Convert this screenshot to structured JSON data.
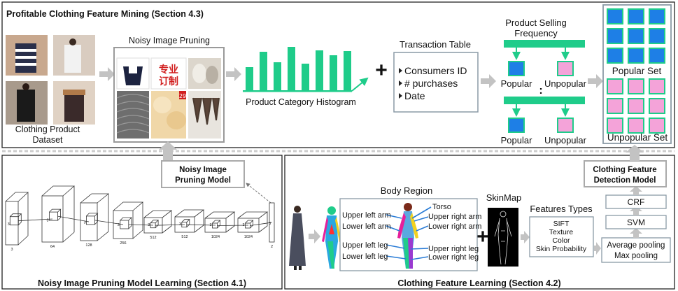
{
  "panels": {
    "top": "Profitable Clothing Feature Mining (Section 4.3)",
    "bottom_left": "Noisy Image Pruning Model Learning (Section 4.1)",
    "bottom_right": "Clothing Feature Learning (Section 4.2)"
  },
  "dataset": {
    "line1": "Clothing Product",
    "line2": "Dataset"
  },
  "pruning": {
    "title": "Noisy Image Pruning",
    "poster_line1": "专业",
    "poster_line2": "订制",
    "badge": "29"
  },
  "histogram": {
    "caption": "Product Category Histogram"
  },
  "transaction": {
    "title": "Transaction Table",
    "items": [
      "Consumers ID",
      "# purchases",
      "Date"
    ]
  },
  "frequency": {
    "title_line1": "Product Selling",
    "title_line2": "Frequency",
    "popular": "Popular",
    "unpopular": "Unpopular",
    "dots": ":"
  },
  "sets": {
    "popular": "Popular Set",
    "unpopular": "Unpopular Set"
  },
  "pruning_model": {
    "line1": "Noisy Image",
    "line2": "Pruning Model"
  },
  "cnn": {
    "kernel_labels": [
      "3",
      "3",
      "3",
      "3",
      "3",
      "3",
      "3",
      "3",
      "3"
    ],
    "depths": [
      "3",
      "64",
      "128",
      "256",
      "512",
      "512",
      "1024",
      "1024",
      "2"
    ]
  },
  "body": {
    "title": "Body Region",
    "left_labels": [
      "Upper left arm",
      "Lower left arm",
      "Upper left leg",
      "Lower left leg"
    ],
    "right_labels": [
      "Torso",
      "Upper right arm",
      "Lower right arm",
      "Upper right leg",
      "Lower right leg"
    ]
  },
  "skinmap": {
    "title": "SkinMap"
  },
  "features": {
    "title": "Features Types",
    "items": [
      "SIFT",
      "Texture",
      "Color",
      "Skin Probability"
    ]
  },
  "pooling": {
    "line1": "Average pooling",
    "line2": "Max pooling"
  },
  "svm": "SVM",
  "crf": "CRF",
  "detection_model": {
    "line1": "Clothing Feature",
    "line2": "Detection Model"
  },
  "plus": "+",
  "colors": {
    "green": "#1fcc8a",
    "blue": "#1e7fe6",
    "pink": "#f4a3d9",
    "gray_arrow": "#c3c3c3",
    "box_border": "#8a9aa6"
  }
}
